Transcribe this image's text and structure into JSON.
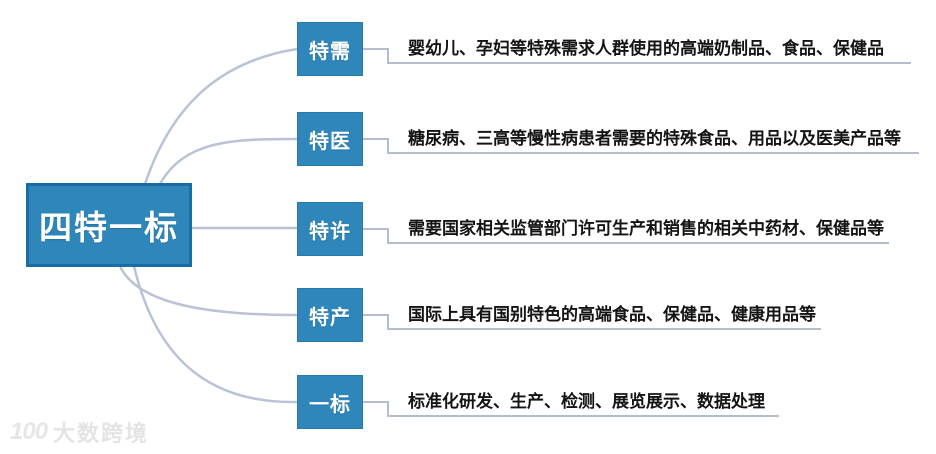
{
  "root": {
    "label": "四特一标"
  },
  "branches": [
    {
      "label": "特需",
      "description": "婴幼儿、孕妇等特殊需求人群使用的高端奶制品、食品、保健品"
    },
    {
      "label": "特医",
      "description": "糖尿病、三高等慢性病患者需要的特殊食品、用品以及医美产品等"
    },
    {
      "label": "特许",
      "description": "需要国家相关监管部门许可生产和销售的相关中药材、保健品等"
    },
    {
      "label": "特产",
      "description": "国际上具有国别特色的高端食品、保健品、健康用品等"
    },
    {
      "label": "一标",
      "description": "标准化研发、生产、检测、展览展示、数据处理"
    }
  ],
  "watermark": {
    "logo": "100",
    "text": "大数跨境"
  },
  "colors": {
    "node_fill": "#2e86ba",
    "root_border": "#1b6ba5",
    "curve": "#b9c2d6",
    "underline": "#b4bdd0",
    "text": "#141414"
  }
}
